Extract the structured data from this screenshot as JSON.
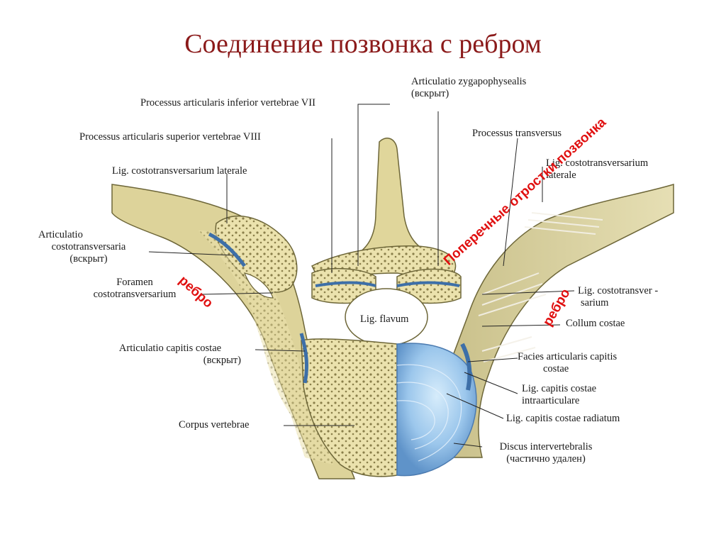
{
  "title": "Соединение позвонка с ребром",
  "labels": {
    "art_zyg_1": "Articulatio zygapophysealis",
    "art_zyg_2": "(вскрыт)",
    "proc_inf": "Processus articularis inferior vertebrae VII",
    "proc_sup": "Processus articularis superior  vertebrae VIII",
    "proc_trans": "Processus transversus",
    "lig_ct_lat_left": "Lig. costotransversarium laterale",
    "lig_ct_lat_right_1": "Lig. costotransversarium",
    "lig_ct_lat_right_2": "laterale",
    "art_ct_1": "Articulatio",
    "art_ct_2": "costotransversaria",
    "art_ct_3": "(вскрыт)",
    "foramen_1": "Foramen",
    "foramen_2": "costotransversarium",
    "lig_flavum": "Lig. flavum",
    "lig_ct_1": "Lig. costotransver -",
    "lig_ct_2": "sarium",
    "collum": "Collum  costae",
    "art_cap_1": "Articulatio capitis costae",
    "art_cap_2": "(вскрыт)",
    "facies_1": "Facies articularis capitis",
    "facies_2": "costae",
    "lig_cap_intra_1": "Lig. capitis costae",
    "lig_cap_intra_2": "intraarticulare",
    "lig_cap_rad": "Lig. capitis costae radiatum",
    "corpus": "Corpus vertebrae",
    "discus_1": "Discus intervertebralis",
    "discus_2": "(частично удален)"
  },
  "annotations": {
    "rib_left": "ребро",
    "rib_right": "ребро",
    "transverse": "Поперечные отростки позвонка"
  },
  "colors": {
    "title": "#8b1a1a",
    "annotation": "#e01010",
    "bone": "#e6dca0",
    "bone_dark": "#b8ac6a",
    "disc": "#8fbde6",
    "cartilage": "#3d6fa8"
  }
}
